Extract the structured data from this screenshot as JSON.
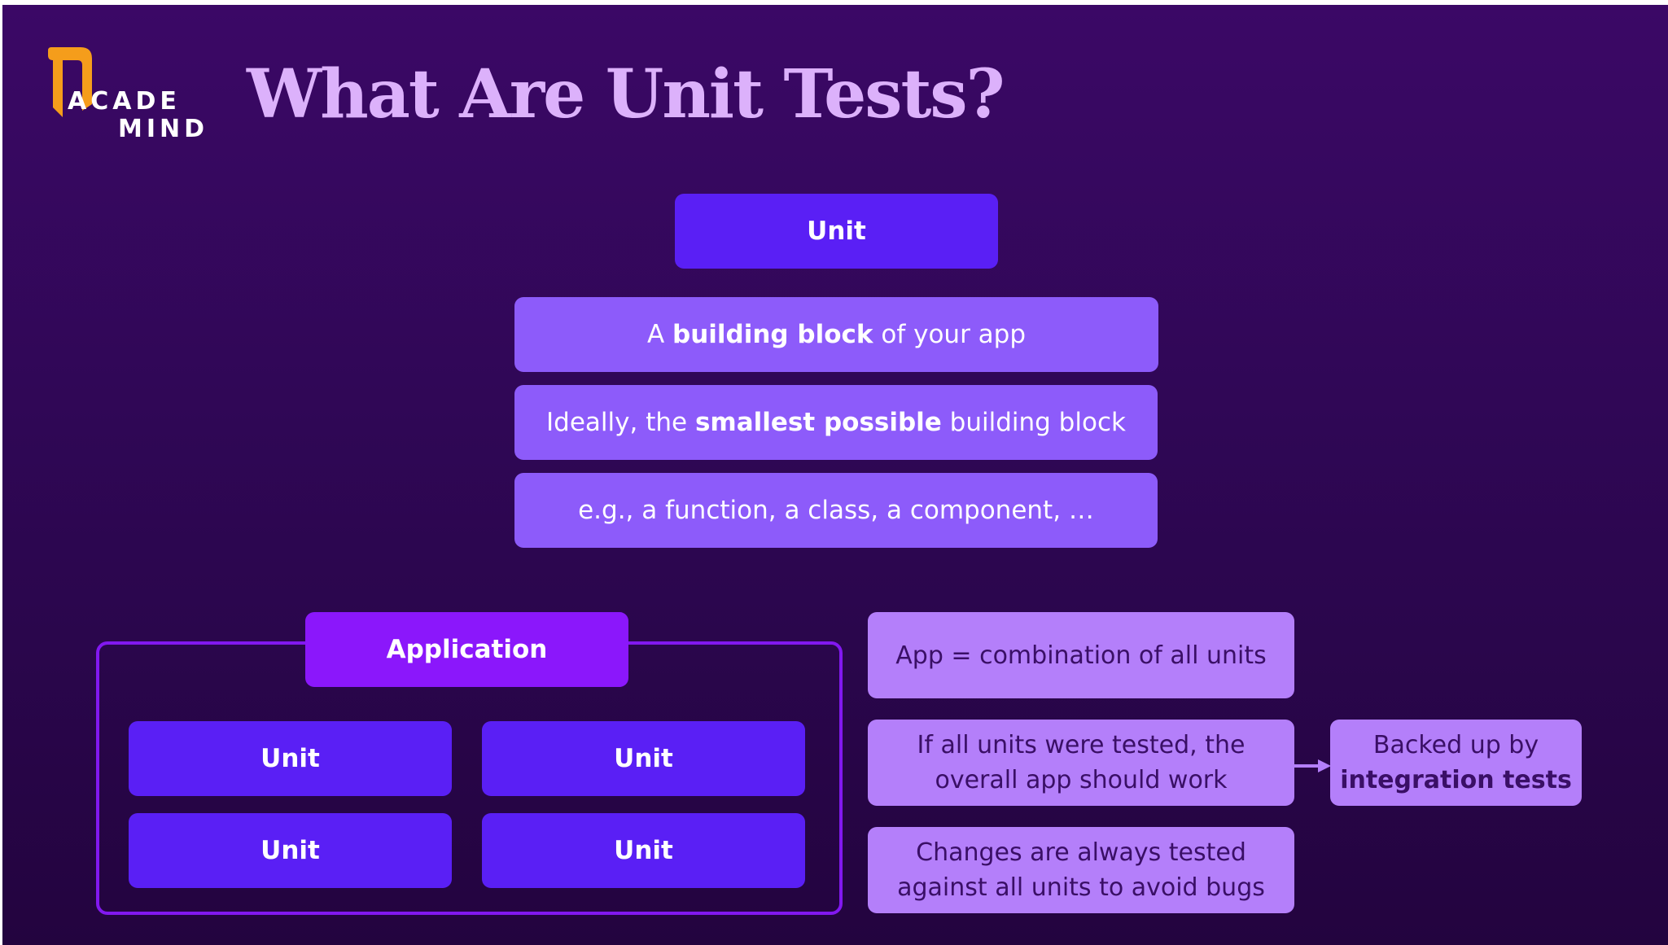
{
  "logo": {
    "line1": "ACADE",
    "line2": "MIND",
    "colors": {
      "flag": "#f59d1b",
      "text": "#ffffff"
    }
  },
  "title": "What Are Unit Tests?",
  "unit": {
    "label": "Unit",
    "definitions": [
      {
        "pre": "A ",
        "bold": "building block",
        "post": " of your app"
      },
      {
        "pre": "Ideally, the ",
        "bold": "smallest possible",
        "post": " building block"
      },
      {
        "pre": "e.g., a function, a class, a component, …",
        "bold": "",
        "post": ""
      }
    ]
  },
  "application": {
    "label": "Application",
    "units": [
      "Unit",
      "Unit",
      "Unit",
      "Unit"
    ]
  },
  "notes": {
    "combination": "App = combination of all units",
    "tested_line1": "If all units were tested, the",
    "tested_line2": "overall app should work",
    "changes_line1": "Changes are always tested",
    "changes_line2": "against all units to avoid bugs",
    "backed_line1": "Backed up by",
    "backed_line2": "integration tests"
  },
  "colors": {
    "background": "#2f0755",
    "unit_box": "#5a1ff5",
    "definition_box": "#8d5bfa",
    "application_box": "#8b17fb",
    "note_box": "#b47ffa",
    "title": "#dcb1fb",
    "arrow": "#b47ffa"
  }
}
